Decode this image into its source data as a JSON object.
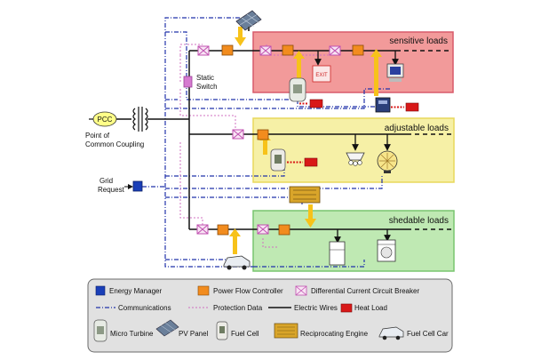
{
  "zones": {
    "sensitive": {
      "label": "sensitive loads",
      "color": "#f29a9a",
      "border": "#d85a6a"
    },
    "adjustable": {
      "label": "adjustable loads",
      "color": "#f6f0a6",
      "border": "#e8d85c"
    },
    "sheddable": {
      "label": "shedable loads",
      "color": "#bfe9b3",
      "border": "#79c56f"
    }
  },
  "labels": {
    "pcc_bubble": "PCC",
    "pcc_caption_line1": "Point of",
    "pcc_caption_line2": "Common Coupling",
    "static_switch_line1": "Static",
    "static_switch_line2": "Switch",
    "grid_request_line1": "Grid",
    "grid_request_line2": "Request",
    "exit_sign": "EXIT"
  },
  "legend": {
    "row1": [
      {
        "icon": "energy-manager",
        "label": "Energy Manager"
      },
      {
        "icon": "power-flow-controller",
        "label": "Power Flow Controller"
      },
      {
        "icon": "differential-current-circuit-breaker",
        "label": "Differential Current Circuit Breaker"
      }
    ],
    "row2": [
      {
        "icon": "communications-line",
        "label": "Communications"
      },
      {
        "icon": "protection-data-line",
        "label": "Protection Data"
      },
      {
        "icon": "electric-wires-line",
        "label": "Electric Wires"
      },
      {
        "icon": "heat-load",
        "label": "Heat Load"
      }
    ],
    "row3": [
      {
        "icon": "micro-turbine",
        "label": "Micro Turbine"
      },
      {
        "icon": "pv-panel",
        "label": "PV Panel"
      },
      {
        "icon": "fuel-cell",
        "label": "Fuel Cell"
      },
      {
        "icon": "reciprocating-engine",
        "label": "Reciprocating Engine"
      },
      {
        "icon": "fuel-cell-car",
        "label": "Fuel Cell Car"
      }
    ]
  },
  "colors": {
    "communications": "#2233aa",
    "protection": "#d070c0",
    "wire": "#111111",
    "controller": "#f28c1e",
    "energy_manager": "#1a3fb8",
    "heat_load": "#d81818",
    "arrow": "#f7c21a"
  }
}
